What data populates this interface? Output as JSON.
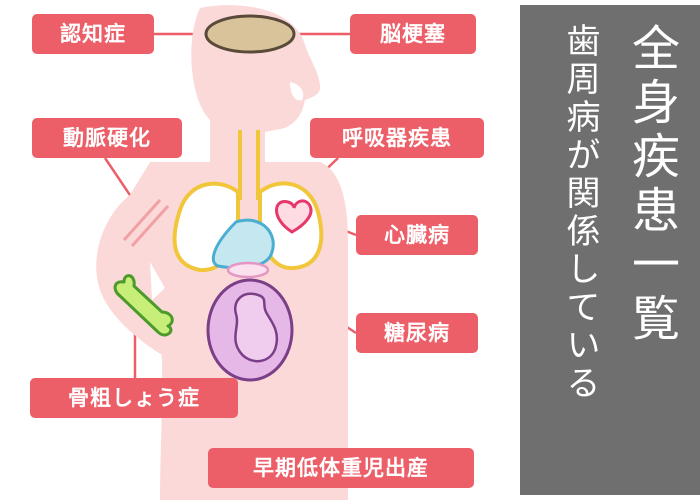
{
  "labels": {
    "dementia": "認知症",
    "stroke": "脳梗塞",
    "arteriosclerosis": "動脈硬化",
    "respiratory": "呼吸器疾患",
    "heart": "心臓病",
    "diabetes": "糖尿病",
    "osteoporosis": "骨粗しょう症",
    "premature_birth": "早期低体重児出産"
  },
  "banner": {
    "line1": "歯周病が関係している",
    "line2": "全身疾患一覧"
  },
  "colors": {
    "label_bg": "#ed5f68",
    "body_pink": "#fbd9d9",
    "banner_bg": "#6f6f6f"
  }
}
